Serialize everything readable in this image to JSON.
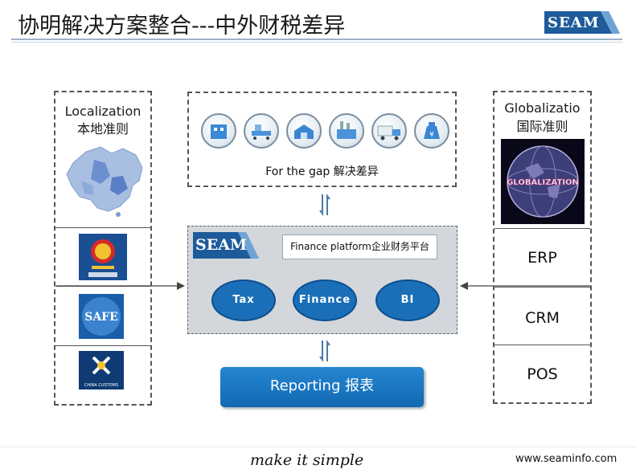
{
  "header": {
    "title": "协明解决方案整合---中外财税差异",
    "logo_text": "SEAM"
  },
  "left_column": {
    "title_line1": "Localization",
    "title_line2": "本地准则",
    "items": [
      "tax-authority-emblem",
      "safe-logo",
      "china-customs-logo"
    ],
    "safe_text": "SAFE",
    "customs_text": "CHINA CUSTOMS"
  },
  "gap_box": {
    "label": "For the gap  解决差异",
    "icons": [
      "building-icon",
      "conveyor-icon",
      "warehouse-icon",
      "factory-icon",
      "truck-icon",
      "money-bag-icon"
    ]
  },
  "platform": {
    "logo_text": "SEAM",
    "title": "Finance platform企业财务平台",
    "modules": [
      "Tax",
      "Finance",
      "BI"
    ]
  },
  "reporting": {
    "label": "Reporting  报表"
  },
  "right_column": {
    "title_line1": "Globalizatio",
    "title_line2": "国际准则",
    "globe_text": "GLOBALIZATION",
    "systems": [
      "ERP",
      "CRM",
      "POS"
    ]
  },
  "footer": {
    "slogan": "make it simple",
    "url": "www.seaminfo.com"
  },
  "colors": {
    "accent": "#1a6fb8",
    "platform_bg": "#d3d7db",
    "logo_bg": "#1d5b9a"
  }
}
